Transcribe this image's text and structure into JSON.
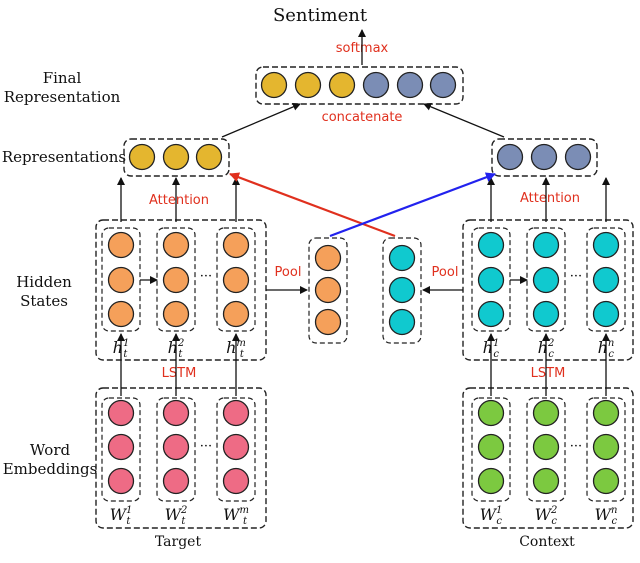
{
  "title": "Sentiment",
  "labels": {
    "final_rep": [
      "Final",
      "Representation"
    ],
    "representations": "Representations",
    "hidden_states": [
      "Hidden",
      "States"
    ],
    "word_embeddings": [
      "Word",
      "Embeddings"
    ],
    "target": "Target",
    "context": "Context"
  },
  "ops": {
    "softmax": "softmax",
    "concatenate": "concatenate",
    "attention_left": "Attention",
    "attention_right": "Attention",
    "pool_left": "Pool",
    "pool_right": "Pool",
    "lstm_left": "LSTM",
    "lstm_right": "LSTM"
  },
  "hidden_subs": {
    "target": [
      [
        "h",
        "t",
        "1"
      ],
      [
        "h",
        "t",
        "2"
      ],
      [
        "h",
        "t",
        "m"
      ]
    ],
    "context": [
      [
        "h",
        "c",
        "1"
      ],
      [
        "h",
        "c",
        "2"
      ],
      [
        "h",
        "c",
        "n"
      ]
    ]
  },
  "embed_subs": {
    "target": [
      [
        "W",
        "t",
        "1"
      ],
      [
        "W",
        "t",
        "2"
      ],
      [
        "W",
        "t",
        "m"
      ]
    ],
    "context": [
      [
        "W",
        "c",
        "1"
      ],
      [
        "W",
        "c",
        "2"
      ],
      [
        "W",
        "c",
        "n"
      ]
    ]
  },
  "ellipsis": "···",
  "colors": {
    "orange": "#f5a05a",
    "yellow": "#e4b62f",
    "slate": "#7b8db5",
    "cyan": "#10c9cf",
    "pink": "#ee6b85",
    "green": "#7cc940",
    "red": "#e0301e",
    "blue": "#2222ee"
  }
}
